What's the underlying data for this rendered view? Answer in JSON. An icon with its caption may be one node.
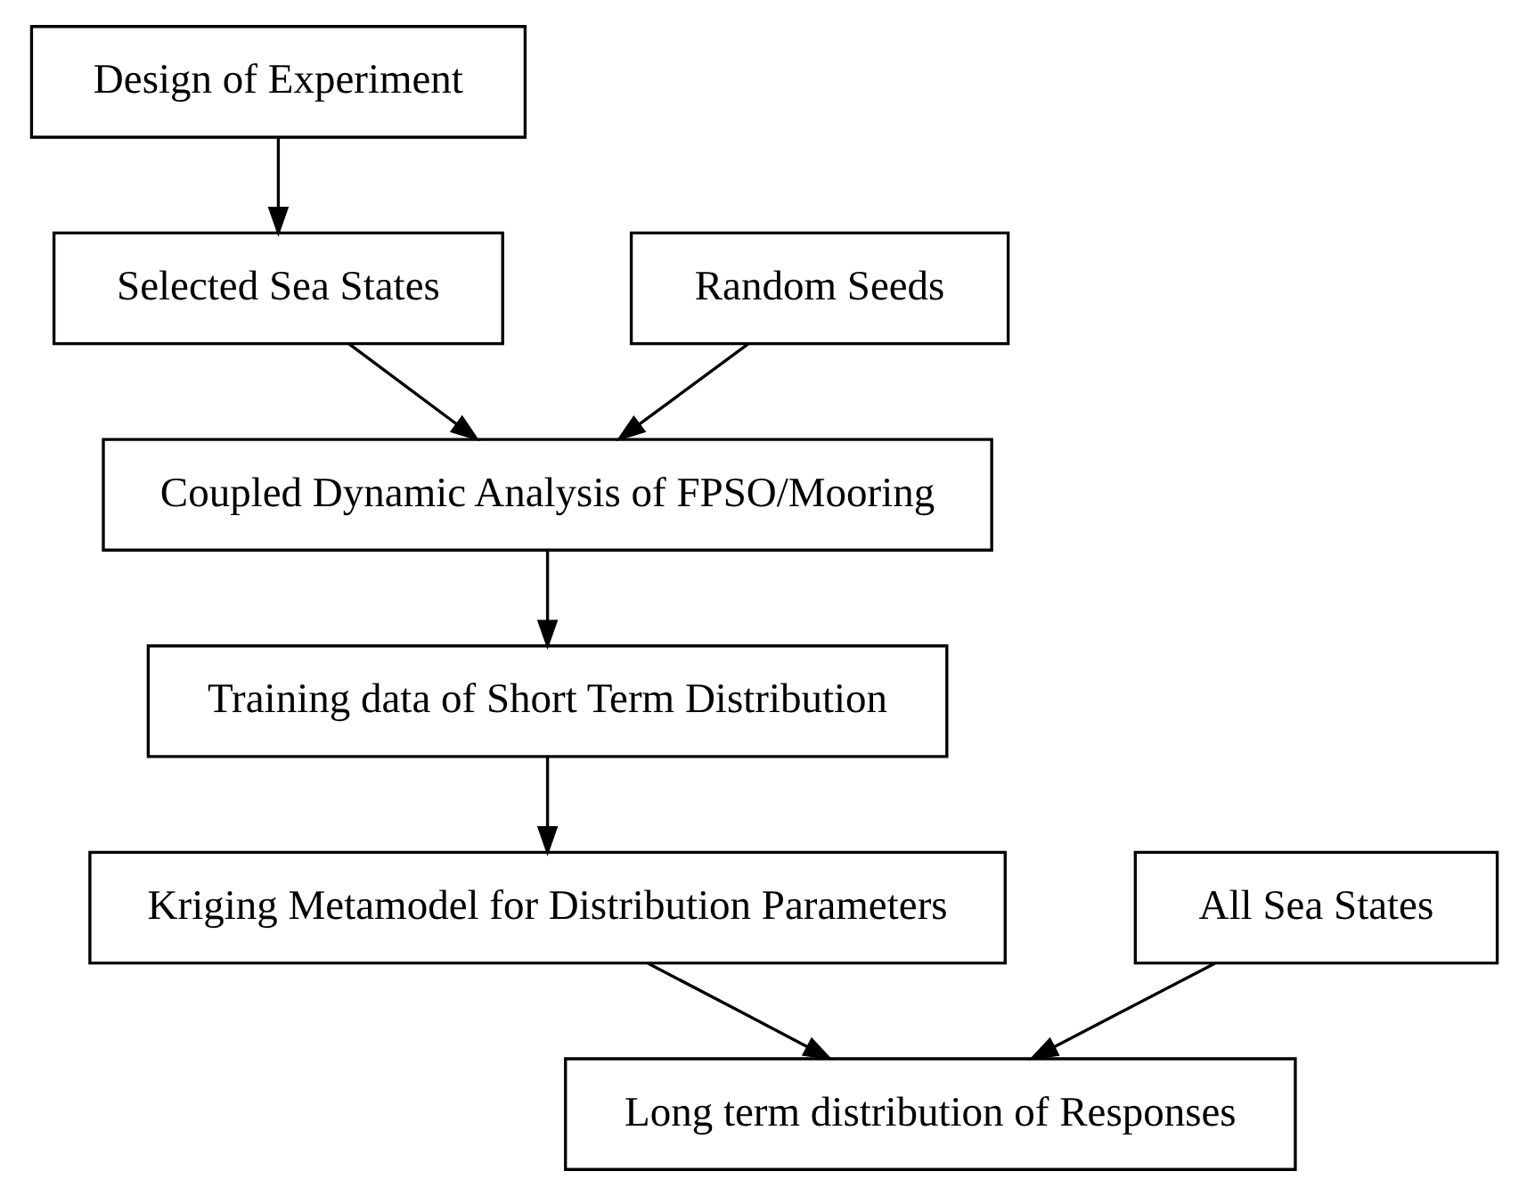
{
  "diagram": {
    "nodes": [
      {
        "text": [
          "Design of Experiment"
        ]
      },
      {
        "text": [
          "Selected Sea States"
        ]
      },
      {
        "text": [
          "Random Seeds"
        ]
      },
      {
        "text": [
          "Coupled Dynamic Analysis of FPSO/Mooring"
        ]
      },
      {
        "text": [
          "Training data of Short Term Distribution"
        ]
      },
      {
        "text": [
          "Kriging Metamodel for Distribution Parameters"
        ]
      },
      {
        "text": [
          "All Sea States"
        ]
      },
      {
        "text": [
          "Long term distribution of Responses"
        ]
      }
    ],
    "edges": [
      {
        "from": 0,
        "to": 1,
        "arrow": "to"
      },
      {
        "from": 1,
        "to": 3,
        "arrow": "to"
      },
      {
        "from": 2,
        "to": 3,
        "arrow": "to"
      },
      {
        "from": 3,
        "to": 4,
        "arrow": "to"
      },
      {
        "from": 4,
        "to": 5,
        "arrow": "to"
      },
      {
        "from": 5,
        "to": 7,
        "arrow": "to"
      },
      {
        "from": 6,
        "to": 7,
        "arrow": "to"
      }
    ]
  }
}
